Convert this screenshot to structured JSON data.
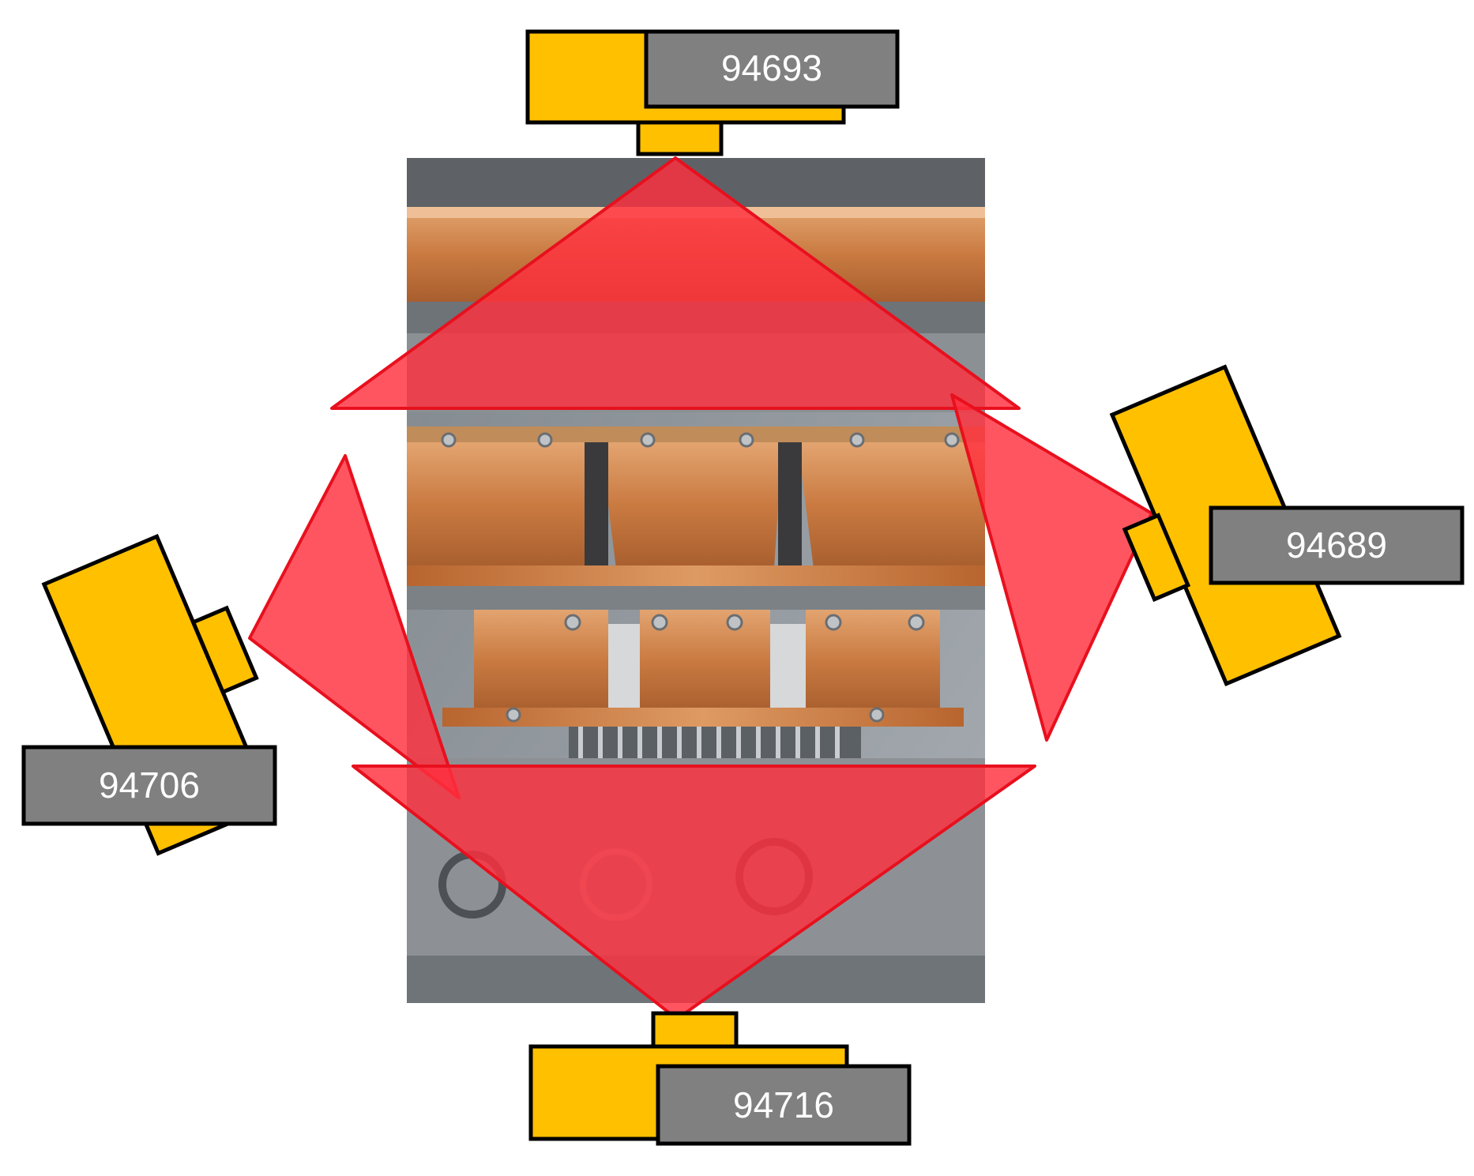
{
  "colors": {
    "camera_body": "#FFC000",
    "label_box": "#808080",
    "label_text": "#FFFFFF",
    "outline": "#000000",
    "field_of_view": "#FF2F3E",
    "field_of_view_edge": "#E8101E",
    "copper": "#C8783E",
    "copper_light": "#E0A06A",
    "cabinet_gray": "#8E9296"
  },
  "cameras": [
    {
      "id": "94693",
      "position": "top"
    },
    {
      "id": "94689",
      "position": "right"
    },
    {
      "id": "94706",
      "position": "left"
    },
    {
      "id": "94716",
      "position": "bottom"
    }
  ]
}
